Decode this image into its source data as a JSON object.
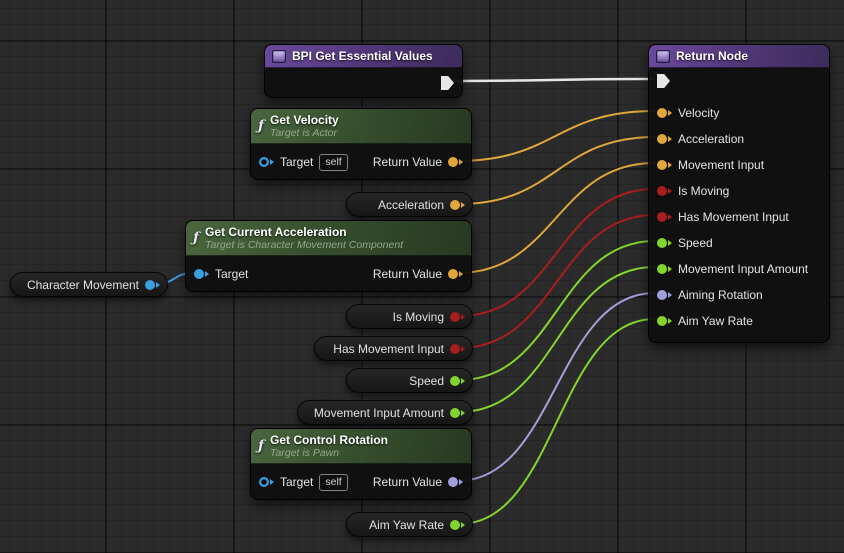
{
  "colors": {
    "exec": "#e6e6e6",
    "vector": "#dfa73c",
    "bool": "#a81d1d",
    "float": "#84d42e",
    "rotator": "#a2a0dc",
    "object": "#3b9ee0"
  },
  "nodes": {
    "bpi": {
      "title": "BPI Get Essential Values"
    },
    "return_node": {
      "title": "Return Node",
      "pins": [
        {
          "label": "Velocity",
          "type": "vector"
        },
        {
          "label": "Acceleration",
          "type": "vector"
        },
        {
          "label": "Movement Input",
          "type": "vector"
        },
        {
          "label": "Is Moving",
          "type": "bool"
        },
        {
          "label": "Has Movement Input",
          "type": "bool"
        },
        {
          "label": "Speed",
          "type": "float"
        },
        {
          "label": "Movement Input Amount",
          "type": "float"
        },
        {
          "label": "Aiming Rotation",
          "type": "rotator"
        },
        {
          "label": "Aim Yaw Rate",
          "type": "float"
        }
      ]
    },
    "get_velocity": {
      "title": "Get Velocity",
      "subtitle": "Target is Actor",
      "target": "Target",
      "self": "self",
      "return_value": "Return Value"
    },
    "acceleration": {
      "label": "Acceleration"
    },
    "get_current_acceleration": {
      "title": "Get Current Acceleration",
      "subtitle": "Target is Character Movement Component",
      "target": "Target",
      "return_value": "Return Value"
    },
    "character_movement": {
      "label": "Character Movement"
    },
    "is_moving": {
      "label": "Is Moving"
    },
    "has_movement_input": {
      "label": "Has Movement Input"
    },
    "speed": {
      "label": "Speed"
    },
    "movement_input_amount": {
      "label": "Movement Input Amount"
    },
    "get_control_rotation": {
      "title": "Get Control Rotation",
      "subtitle": "Target is Pawn",
      "target": "Target",
      "self": "self",
      "return_value": "Return Value"
    },
    "aim_yaw_rate": {
      "label": "Aim Yaw Rate"
    }
  }
}
